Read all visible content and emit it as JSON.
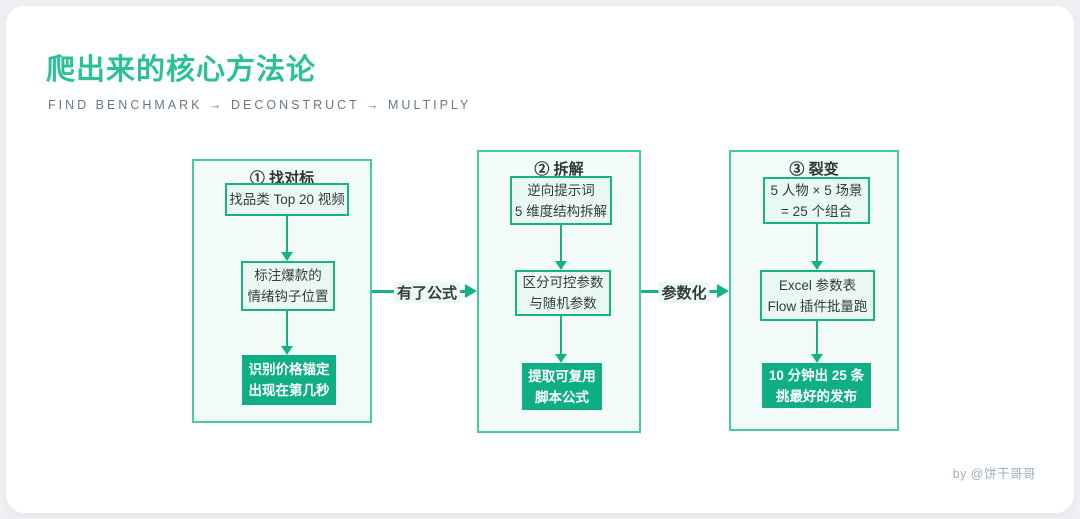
{
  "header": {
    "title": "爬出来的核心方法论",
    "subtitle": "FIND BENCHMARK → DECONSTRUCT → MULTIPLY"
  },
  "columns": [
    {
      "title": "① 找对标",
      "steps": [
        {
          "lines": [
            "找品类 Top 20 视频"
          ]
        },
        {
          "lines": [
            "标注爆款的",
            "情绪钩子位置"
          ]
        },
        {
          "lines": [
            "识别价格锚定",
            "出现在第几秒"
          ],
          "highlight": true
        }
      ]
    },
    {
      "title": "② 拆解",
      "steps": [
        {
          "lines": [
            "逆向提示词",
            "5 维度结构拆解"
          ]
        },
        {
          "lines": [
            "区分可控参数",
            "与随机参数"
          ]
        },
        {
          "lines": [
            "提取可复用",
            "脚本公式"
          ],
          "highlight": true
        }
      ]
    },
    {
      "title": "③ 裂变",
      "steps": [
        {
          "lines": [
            "5 人物 × 5 场景",
            "= 25 个组合"
          ]
        },
        {
          "lines": [
            "Excel 参数表",
            "Flow 插件批量跑"
          ]
        },
        {
          "lines": [
            "10 分钟出 25 条",
            "挑最好的发布"
          ],
          "highlight": true
        }
      ]
    }
  ],
  "connectors": [
    {
      "label": "有了公式"
    },
    {
      "label": "参数化"
    }
  ],
  "footer": {
    "credit": "by @饼干哥哥"
  },
  "colors": {
    "accent_green": "#2bc196",
    "box_border_green": "#18b287",
    "solid_box_green": "#0fae85",
    "light_box_fill": "#eaf8f2",
    "column_fill": "#f3fbf8",
    "column_border": "#44cba3",
    "subtitle_gray": "#67788c",
    "credit_gray": "#9fadc4",
    "page_background": "#eef0f3"
  }
}
